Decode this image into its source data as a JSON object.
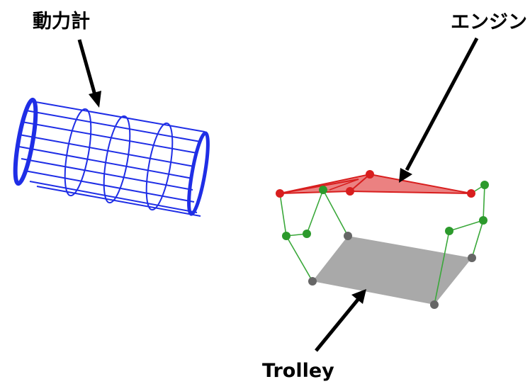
{
  "labels": {
    "dynamometer": "動力計",
    "engine": "エンジン",
    "trolley": "Trolley"
  },
  "colors": {
    "dynamometer_wire": "#1f2ee6",
    "engine_fill": "#e86b6b",
    "engine_joint": "#d81e1e",
    "link_line": "#3aa83a",
    "link_joint": "#2c9a2c",
    "trolley_fill": "#a9a9a9",
    "trolley_joint": "#666666",
    "arrow": "#000000"
  }
}
